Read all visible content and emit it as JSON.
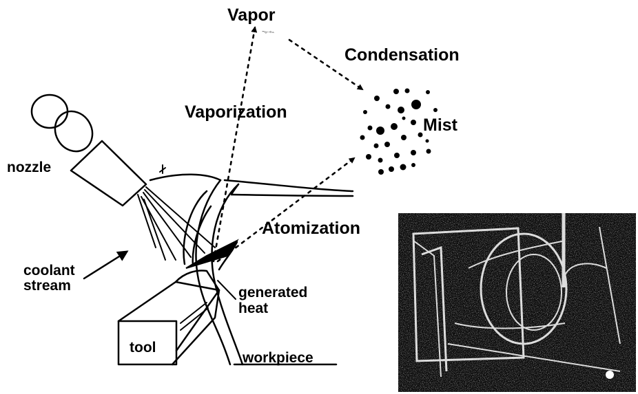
{
  "labels": {
    "vapor": "Vapor",
    "vapor_tiny": "˜°¨˚ˆ",
    "condensation": "Condensation",
    "vaporization": "Vaporization",
    "mist": "Mist",
    "nozzle": "nozzle",
    "atomization": "Atomization",
    "coolant_line1": "coolant",
    "coolant_line2": "stream",
    "generated_line1": "generated",
    "generated_line2": "heat",
    "tool": "tool",
    "workpiece": "workpiece"
  },
  "colors": {
    "ink": "#000000",
    "paper": "#ffffff",
    "photo_dark": "#0b0b0b",
    "photo_light": "#e6e6e6"
  }
}
